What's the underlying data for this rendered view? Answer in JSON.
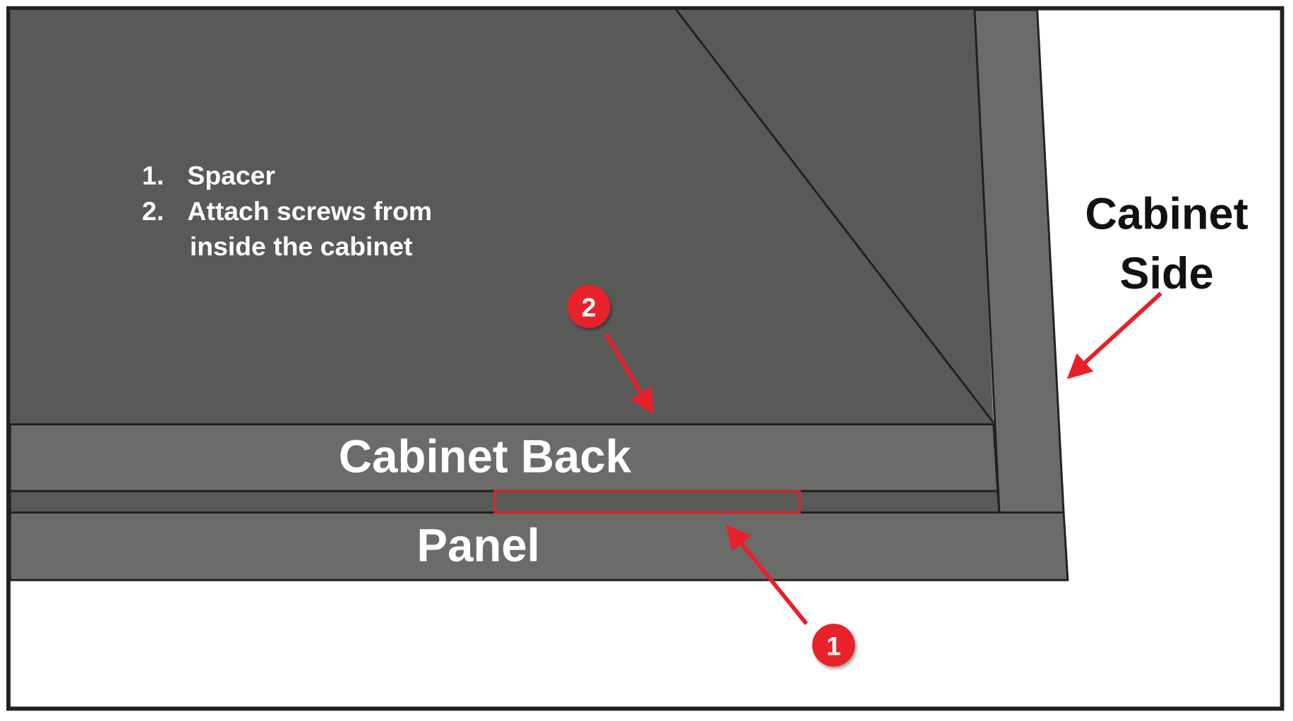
{
  "legend": {
    "items": [
      {
        "number": "1.",
        "text": "Spacer"
      },
      {
        "number": "2.",
        "text": "Attach screws from",
        "text_cont": "inside the cabinet"
      }
    ]
  },
  "labels": {
    "cabinet_back": "Cabinet Back",
    "panel": "Panel",
    "cabinet_side_line1": "Cabinet",
    "cabinet_side_line2": "Side"
  },
  "callouts": {
    "one": "1",
    "two": "2"
  },
  "colors": {
    "dark_gray": "#595958",
    "mid_gray": "#6a6c6a",
    "accent_red": "#e8202a",
    "outline": "#231f20"
  }
}
